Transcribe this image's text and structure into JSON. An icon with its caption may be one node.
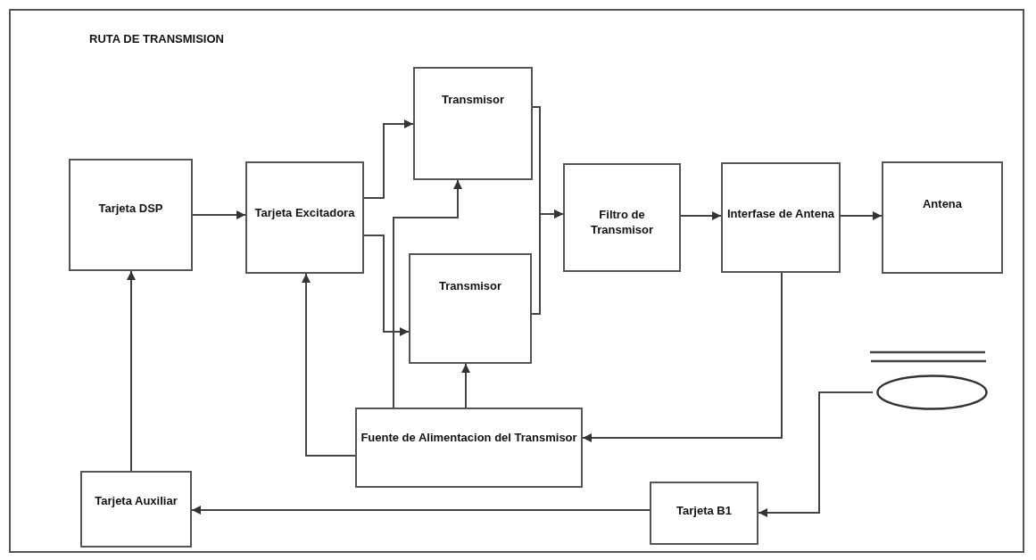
{
  "diagram": {
    "title": "RUTA DE TRANSMISION",
    "nodes": [
      {
        "text": [
          "Tarjeta DSP"
        ]
      },
      {
        "text": [
          "Tarjeta Excitadora"
        ]
      },
      {
        "text": [
          "Transmisor"
        ]
      },
      {
        "text": [
          "Transmisor"
        ]
      },
      {
        "text": [
          "Filtro de Transmisor"
        ]
      },
      {
        "text": [
          "Interfase de Antena"
        ]
      },
      {
        "text": [
          "Antena"
        ]
      },
      {
        "text": [
          "Fuente de Alimentacion del Transmisor"
        ]
      },
      {
        "text": [
          "Tarjeta Auxiliar"
        ]
      },
      {
        "text": [
          "Tarjeta B1"
        ]
      },
      {
        "text": [],
        "shape": "ellipse"
      }
    ],
    "edges": [
      {
        "from": 0,
        "to": 1,
        "arrow": "to"
      },
      {
        "from": 1,
        "to": 2,
        "arrow": "to"
      },
      {
        "from": 1,
        "to": 3,
        "arrow": "to"
      },
      {
        "from": 2,
        "to": 4,
        "arrow": "to"
      },
      {
        "from": 3,
        "to": 4,
        "arrow": "to"
      },
      {
        "from": 4,
        "to": 5,
        "arrow": "to"
      },
      {
        "from": 5,
        "to": 6,
        "arrow": "to"
      },
      {
        "from": 7,
        "to": 2,
        "arrow": "to"
      },
      {
        "from": 7,
        "to": 3,
        "arrow": "to"
      },
      {
        "from": 7,
        "to": 1,
        "arrow": "to"
      },
      {
        "from": 5,
        "to": 7,
        "arrow": "to"
      },
      {
        "from": 8,
        "to": 0,
        "arrow": "to"
      },
      {
        "from": 9,
        "to": 8,
        "arrow": "to"
      },
      {
        "from": 10,
        "to": 9,
        "arrow": "to"
      }
    ]
  }
}
